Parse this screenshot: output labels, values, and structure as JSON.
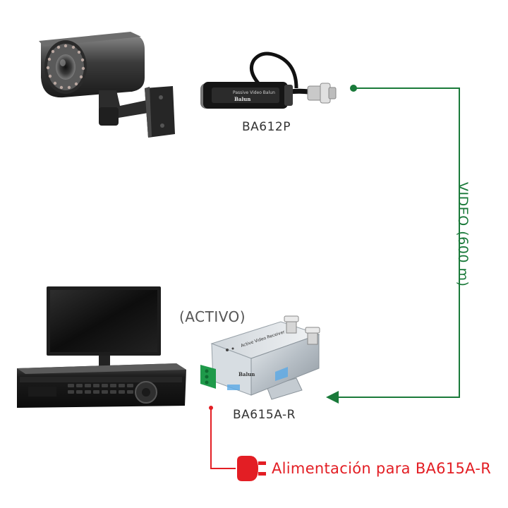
{
  "labels": {
    "balun": "BA612P",
    "active": "(ACTIVO)",
    "receiver": "BA615A-R",
    "video_link": "VIDEO (600 m)",
    "power": "Alimentación para BA615A-R"
  },
  "devices": {
    "balun_brand": "Balun",
    "receiver_brand": "Balun",
    "receiver_panel_text": "Active Video Receiver",
    "balun_panel_text": "Passive Video Balun"
  },
  "icons": [
    "cctv-camera-icon",
    "monitor-icon",
    "dvr-icon",
    "plug-icon"
  ],
  "colors": {
    "video_line": "#1a7a3a",
    "power_line": "#e31e24"
  }
}
